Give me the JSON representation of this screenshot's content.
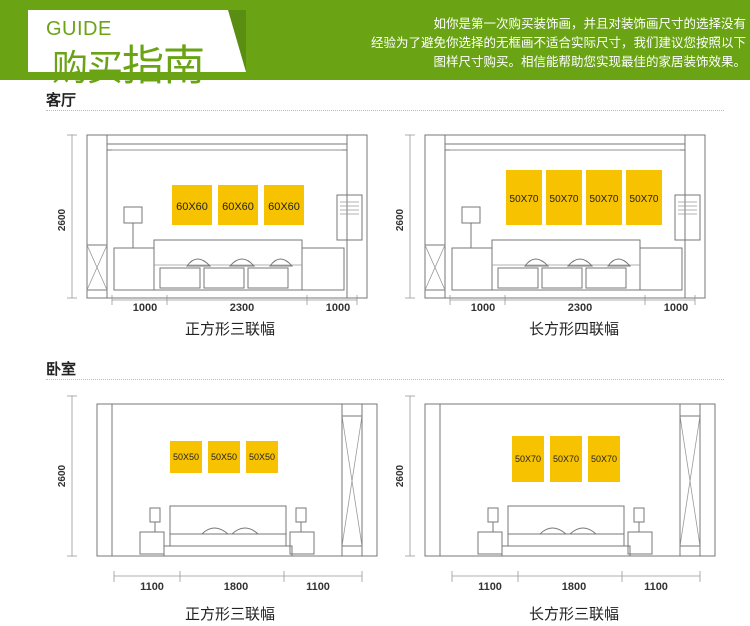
{
  "header": {
    "guide": "GUIDE",
    "title_a": "购买",
    "title_b": "指南",
    "lines": [
      "如你是第一次购买装饰画，并且对装饰画尺寸的选择没有",
      "经验为了避免你选择的无框画不适合实际尺寸，我们建议您按照以下",
      "图样尺寸购买。相信能帮助您实现最佳的家居装饰效果。"
    ],
    "colors": {
      "brand": "#6aa414",
      "panel": "#f7c300"
    }
  },
  "sections": [
    {
      "label": "客厅"
    },
    {
      "label": "卧室"
    }
  ],
  "drawings": [
    {
      "room": "living",
      "height": "2600",
      "panels": [
        "60X60",
        "60X60",
        "60X60"
      ],
      "dims": [
        "1000",
        "2300",
        "1000"
      ],
      "caption": "正方形三联幅"
    },
    {
      "room": "living",
      "height": "2600",
      "panels": [
        "50X70",
        "50X70",
        "50X70",
        "50X70"
      ],
      "dims": [
        "1000",
        "2300",
        "1000"
      ],
      "caption": "长方形四联幅"
    },
    {
      "room": "bedroom",
      "height": "2600",
      "panels": [
        "50X50",
        "50X50",
        "50X50"
      ],
      "dims": [
        "1100",
        "1800",
        "1100"
      ],
      "caption": "正方形三联幅"
    },
    {
      "room": "bedroom",
      "height": "2600",
      "panels": [
        "50X70",
        "50X70",
        "50X70"
      ],
      "dims": [
        "1100",
        "1800",
        "1100"
      ],
      "caption": "长方形三联幅"
    }
  ]
}
